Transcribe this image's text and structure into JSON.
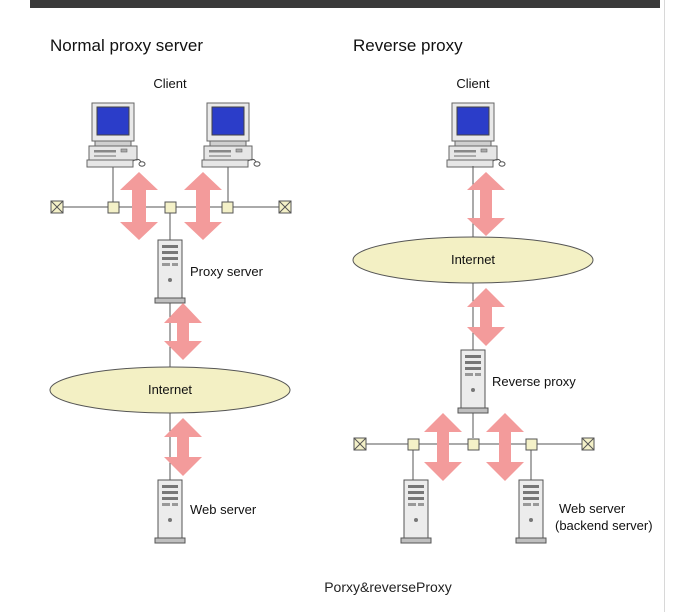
{
  "left": {
    "title": "Normal proxy server",
    "client_label": "Client",
    "proxy_label": "Proxy server",
    "internet_label": "Internet",
    "web_server_label": "Web server"
  },
  "right": {
    "title": "Reverse proxy",
    "client_label": "Client",
    "internet_label": "Internet",
    "reverse_proxy_label": "Reverse proxy",
    "web_server_label_line1": "Web server",
    "web_server_label_line2": "(backend server)"
  },
  "caption": "Porxy&reverseProxy",
  "colors": {
    "arrow": "#f39b9b",
    "cloud": "#f3f0c4",
    "node": "#f4f1c8",
    "screen": "#2b3dc9"
  }
}
